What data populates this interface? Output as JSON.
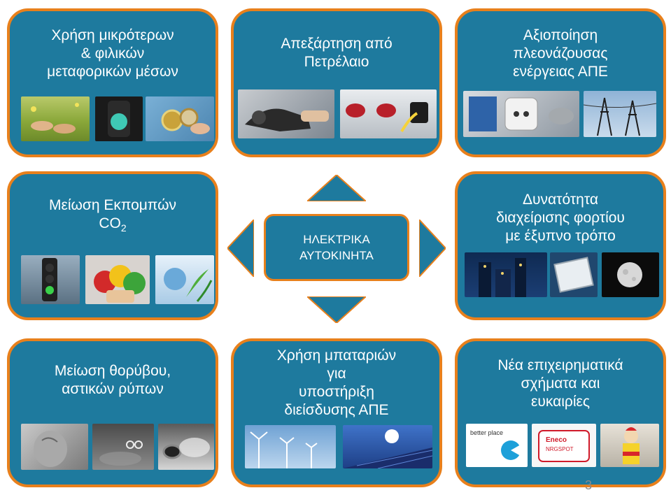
{
  "center": {
    "line1": "ΗΛΕΚΤΡΙΚΑ",
    "line2": "ΑΥΤΟΚΙΝΗΤΑ"
  },
  "cards": {
    "vehicles": {
      "lines": [
        "Χρήση μικρότερων",
        "& φιλικών",
        "μεταφορικών μέσων"
      ],
      "images": [
        "feet-on-grass-photo",
        "traffic-light-photo",
        "euro-coin-photo"
      ]
    },
    "oil": {
      "lines": [
        "Απεξάρτηση από",
        "Πετρέλαιο"
      ],
      "images": [
        "fuel-nozzle-photo",
        "charging-plug-photo"
      ]
    },
    "surplus": {
      "lines": [
        "Αξιοποίηση",
        "πλεονάζουσας",
        "ενέργειας ΑΠΕ"
      ],
      "images": [
        "power-socket-photo",
        "power-lines-photo"
      ]
    },
    "emissions": {
      "line1": "Μείωση Εκπομπών",
      "co": "CO",
      "sub": "2",
      "images": [
        "traffic-light-photo",
        "emission-stickers-photo",
        "clean-air-photo"
      ]
    },
    "load": {
      "lines": [
        "Δυνατότητα",
        "διαχείρισης φορτίου",
        "με έξυπνο τρόπο"
      ],
      "images": [
        "city-night-photo",
        "tablet-photo",
        "moon-photo"
      ]
    },
    "noise": {
      "lines": [
        "Μείωση θορύβου,",
        "αστικών ρύπων"
      ],
      "images": [
        "statue-ear-photo",
        "smog-photo",
        "exhaust-pipe-photo"
      ]
    },
    "batteries": {
      "lines": [
        "Χρήση μπαταριών",
        "για",
        "υποστήριξη",
        "διείσδυσης ΑΠΕ"
      ],
      "images": [
        "wind-turbines-photo",
        "solar-panel-photo"
      ]
    },
    "business": {
      "lines": [
        "Νέα επιχειρηματικά",
        "σχήματα και",
        "ευκαιρίες"
      ],
      "logos": {
        "better_place": "better place",
        "eneco": "Eneco",
        "eneco_sub": "NRGSPOT"
      },
      "images": [
        "better-place-logo",
        "eneco-card-photo",
        "mascot-photo"
      ]
    }
  },
  "colors": {
    "card_fill": "#1e7a9e",
    "card_border": "#e8801c"
  },
  "page_number": "3"
}
